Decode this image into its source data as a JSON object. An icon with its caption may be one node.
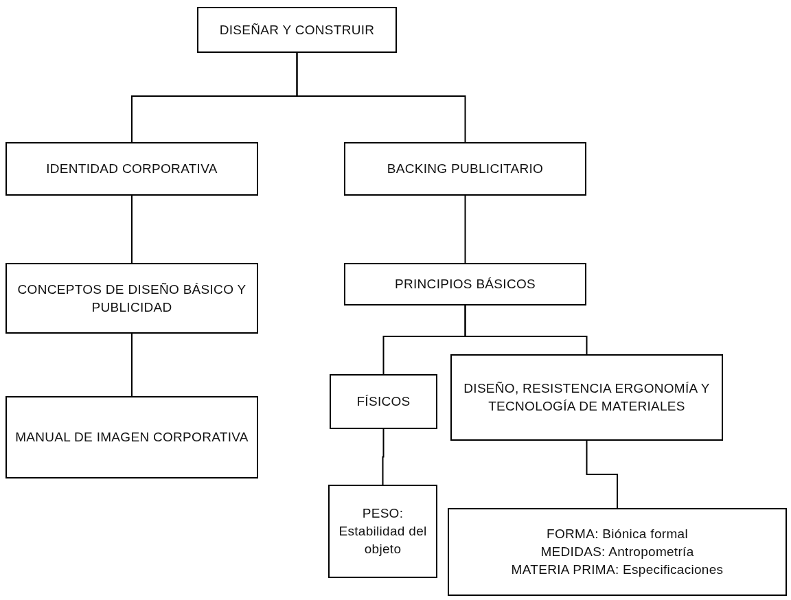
{
  "diagram": {
    "nodes": [
      {
        "text": [
          "DISEÑAR Y CONSTRUIR"
        ]
      },
      {
        "text": [
          "IDENTIDAD CORPORATIVA"
        ]
      },
      {
        "text": [
          "BACKING PUBLICITARIO"
        ]
      },
      {
        "text": [
          "CONCEPTOS DE DISEÑO BÁSICO Y PUBLICIDAD"
        ]
      },
      {
        "text": [
          "PRINCIPIOS BÁSICOS"
        ]
      },
      {
        "text": [
          "MANUAL DE IMAGEN CORPORATIVA"
        ]
      },
      {
        "text": [
          "FÍSICOS"
        ]
      },
      {
        "text": [
          "DISEÑO, RESISTENCIA ERGONOMÍA Y TECNOLOGÍA DE MATERIALES"
        ]
      },
      {
        "text": [
          "PESO: Estabilidad del objeto"
        ]
      },
      {
        "text": [
          "FORMA: Biónica formal",
          "MEDIDAS: Antropometría",
          "MATERIA PRIMA: Especificaciones"
        ]
      }
    ],
    "edges": [
      {
        "from": 0,
        "to": 1,
        "arrow": "none"
      },
      {
        "from": 0,
        "to": 2,
        "arrow": "none"
      },
      {
        "from": 1,
        "to": 3,
        "arrow": "none"
      },
      {
        "from": 2,
        "to": 4,
        "arrow": "none"
      },
      {
        "from": 3,
        "to": 5,
        "arrow": "none"
      },
      {
        "from": 4,
        "to": 6,
        "arrow": "none"
      },
      {
        "from": 4,
        "to": 7,
        "arrow": "none"
      },
      {
        "from": 6,
        "to": 8,
        "arrow": "none"
      },
      {
        "from": 7,
        "to": 9,
        "arrow": "none"
      }
    ]
  }
}
